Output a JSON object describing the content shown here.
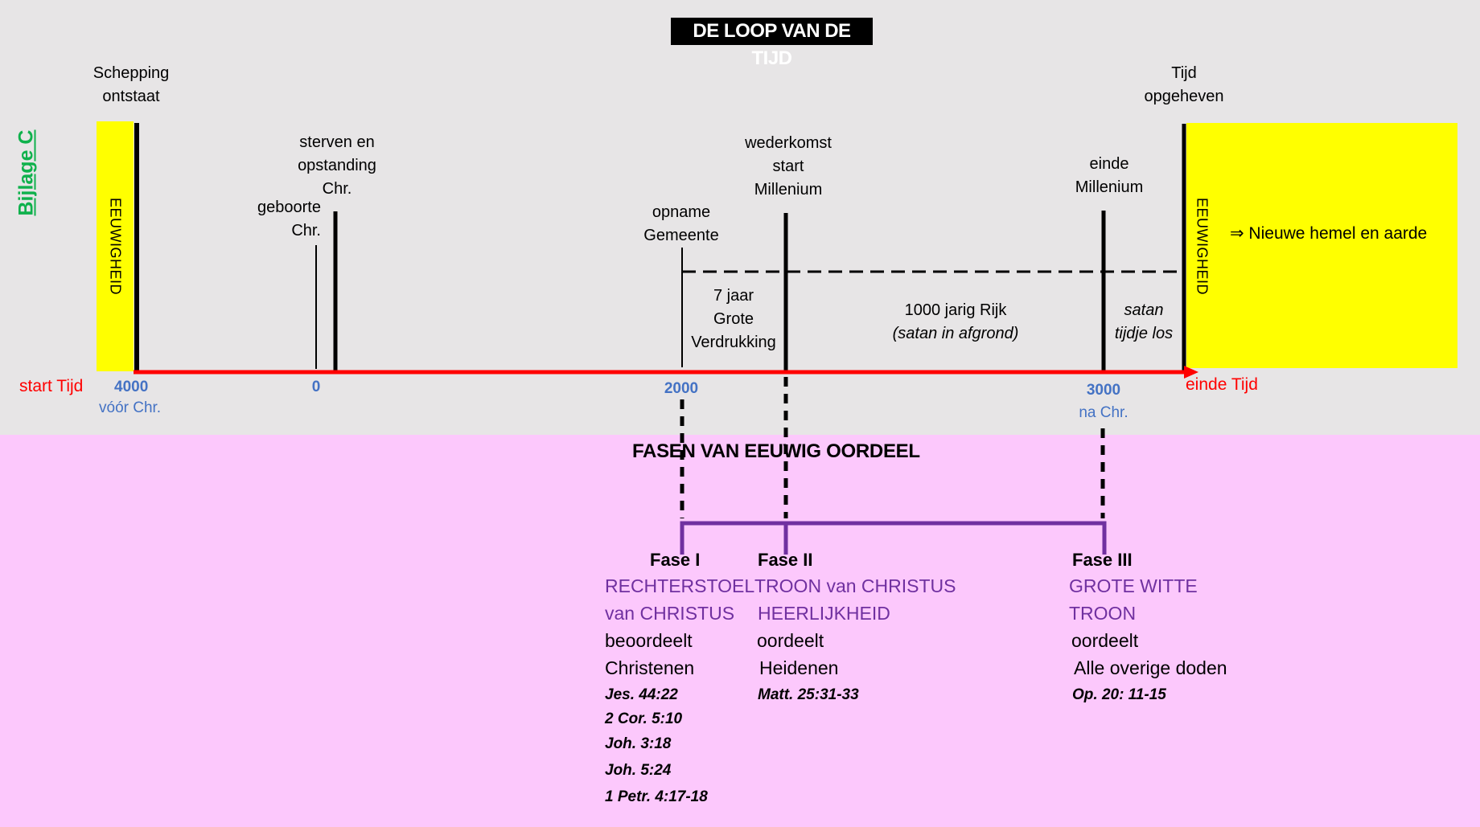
{
  "title": "DE LOOP VAN DE TIJD",
  "side_label": "Bijlage C",
  "colors": {
    "background_top": "#e7e5e6",
    "background_bottom": "#fcc8fc",
    "eternity": "#ffff00",
    "timeline_axis": "#ff0000",
    "year_labels": "#4472c4",
    "side_label": "#0fb14c",
    "judgment_bracket": "#7030a0"
  },
  "timeline": {
    "start_label": "start Tijd",
    "end_label": "einde Tijd",
    "eternity_left_label": "EEUWIGHEID",
    "eternity_right_label": "EEUWIGHEID",
    "eternity_right_text": "⇒ Nieuwe hemel en aarde",
    "years": [
      {
        "value": "4000",
        "sub": "vóór Chr."
      },
      {
        "value": "0",
        "sub": ""
      },
      {
        "value": "2000",
        "sub": ""
      },
      {
        "value": "3000",
        "sub": "na Chr."
      }
    ],
    "events": [
      {
        "lines": [
          "Schepping",
          "ontstaat"
        ]
      },
      {
        "lines": [
          "geboorte",
          "Chr."
        ]
      },
      {
        "lines": [
          "sterven en",
          "opstanding",
          "Chr."
        ]
      },
      {
        "lines": [
          "opname",
          "Gemeente"
        ]
      },
      {
        "lines": [
          "wederkomst",
          "start",
          "Millenium"
        ]
      },
      {
        "lines": [
          "einde",
          "Millenium"
        ]
      },
      {
        "lines": [
          "Tijd",
          "opgeheven"
        ]
      }
    ],
    "periods": [
      {
        "lines": [
          "7 jaar",
          "Grote",
          "Verdrukking"
        ]
      },
      {
        "lines": [
          "1000 jarig Rijk"
        ],
        "note": "(satan in afgrond)"
      },
      {
        "lines": [
          "satan",
          "tijdje los"
        ]
      }
    ]
  },
  "judgment": {
    "heading": "FASEN VAN EEUWIG OORDEEL",
    "phases": [
      {
        "name": "Fase I",
        "seat": [
          "RECHTERSTOEL",
          "van CHRISTUS"
        ],
        "verb": "beoordeelt",
        "subject": "Christenen",
        "refs": [
          "Jes. 44:22",
          "2 Cor. 5:10",
          "Joh. 3:18",
          "Joh. 5:24",
          "1 Petr. 4:17-18"
        ]
      },
      {
        "name": "Fase II",
        "seat": [
          "TROON van CHRISTUS",
          "HEERLIJKHEID"
        ],
        "verb": "oordeelt",
        "subject": "Heidenen",
        "refs": [
          "Matt. 25:31-33"
        ]
      },
      {
        "name": "Fase III",
        "seat": [
          "GROTE WITTE",
          "TROON"
        ],
        "verb": "oordeelt",
        "subject": "Alle overige doden",
        "refs": [
          "Op. 20: 11-15"
        ]
      }
    ]
  }
}
